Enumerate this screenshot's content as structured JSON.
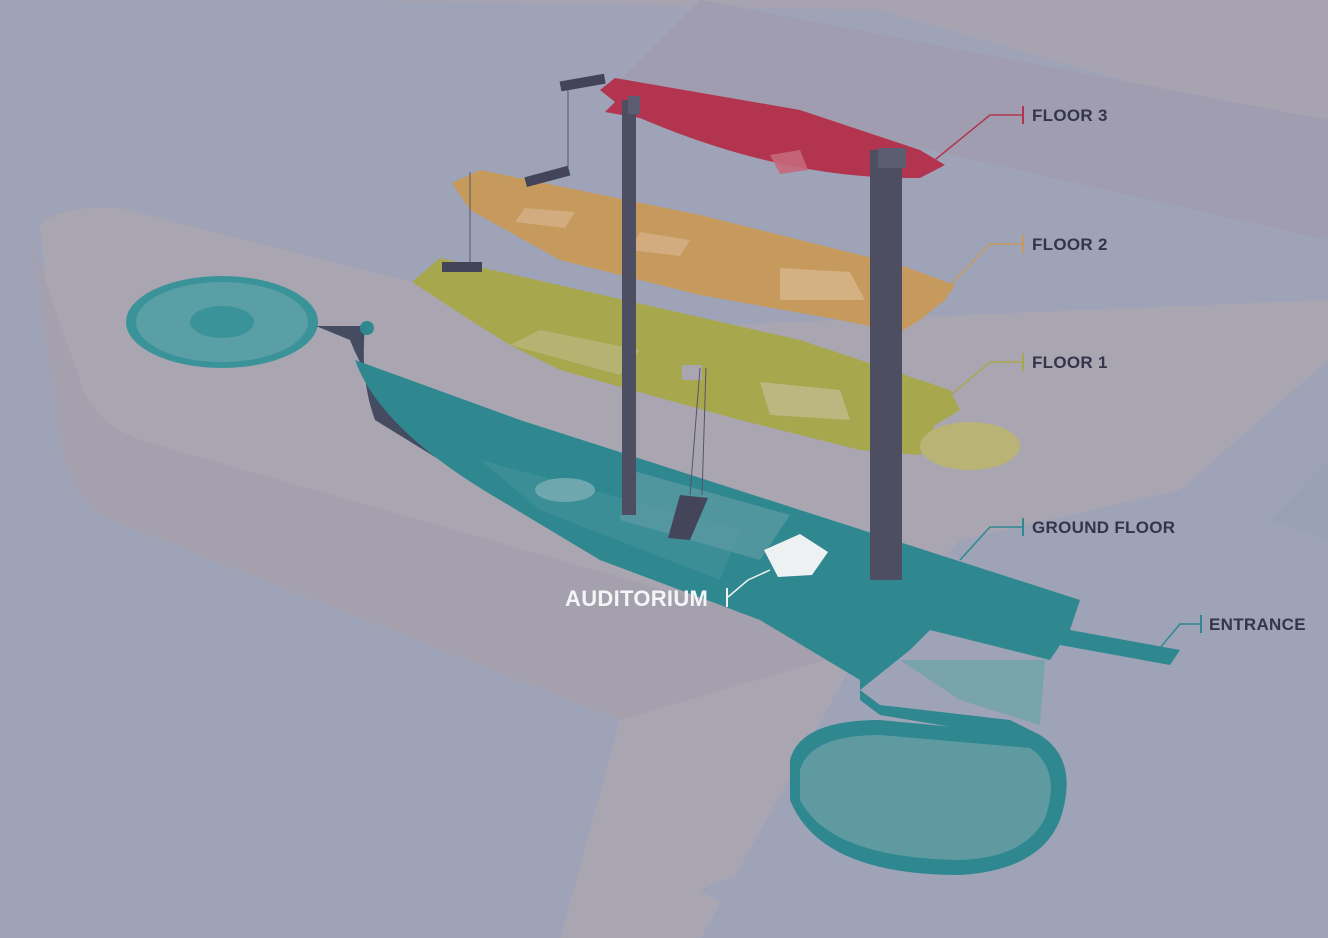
{
  "labels": {
    "floor3": "FLOOR 3",
    "floor2": "FLOOR 2",
    "floor1": "FLOOR 1",
    "ground": "GROUND FLOOR",
    "entrance": "ENTRANCE",
    "auditorium": "AUDITORIUM"
  },
  "colors": {
    "background": "#9ea3b8",
    "ground_surface": "#aaa6b1",
    "floor3": "#b3344f",
    "floor2": "#c59a5c",
    "floor1": "#a7a74e",
    "ground_floor": "#2f8890",
    "pillar": "#4e4e62",
    "label_text": "#34344a",
    "auditorium": "#eef1f1"
  }
}
